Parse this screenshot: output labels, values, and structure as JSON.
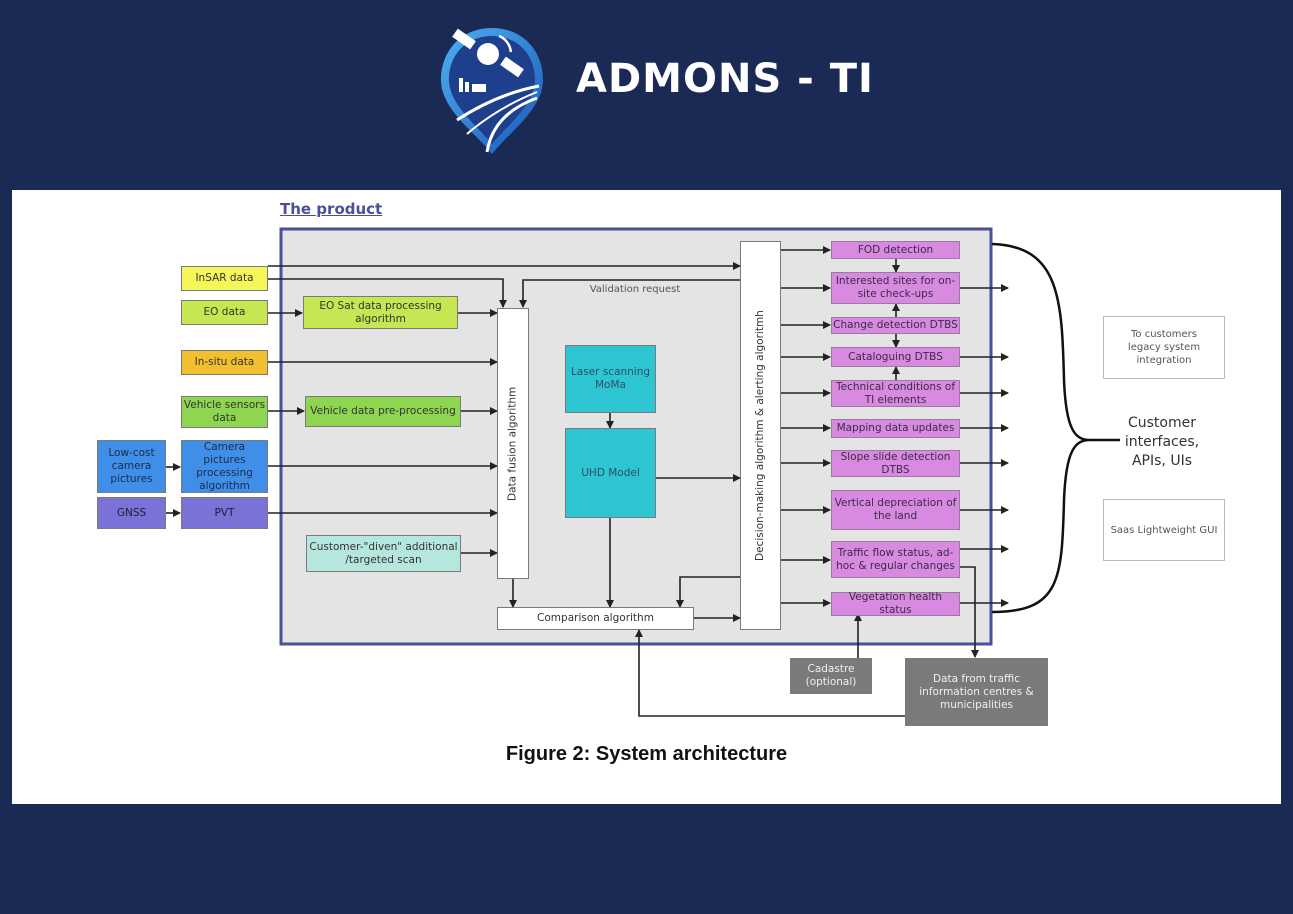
{
  "header": {
    "brand_title": "ADMONS - TI",
    "logo_icon": "satellite-road-pin-logo"
  },
  "colors": {
    "background": "#1b2a55",
    "product_frame": "#4a4f9a",
    "product_fill": "#e4e4e4",
    "output_box": "#d88ae0",
    "grey_box": "#7a7a7a"
  },
  "figure": {
    "section_title": "The product",
    "caption": "Figure 2: System architecture",
    "inputs": [
      {
        "label": "InSAR data",
        "color": "yellow"
      },
      {
        "label": "EO data",
        "color": "lime"
      },
      {
        "label": "In-situ data",
        "color": "orange"
      },
      {
        "label": "Vehicle sensors data",
        "color": "green"
      },
      {
        "label": "Low-cost camera pictures",
        "color": "blue"
      },
      {
        "label": "GNSS",
        "color": "purple"
      }
    ],
    "processing": {
      "eo_sat": "EO Sat data processing algorithm",
      "vehicle": "Vehicle data pre-processing",
      "camera": "Camera pictures processing algorithm",
      "pvt": "PVT",
      "customer_scan": "Customer-\"diven\" additional /targeted scan",
      "data_fusion": "Data fusion algorithm",
      "laser": "Laser scanning MoMa",
      "uhd": "UHD Model",
      "comparison": "Comparison algorithm",
      "decision": "Decision-making algorithm & alerting algoritmh",
      "validation": "Validation request"
    },
    "outputs": [
      "FOD detection",
      "Interested sites for on-site check-ups",
      "Change detection DTBS",
      "Cataloguing DTBS",
      "Technical conditions of TI elements",
      "Mapping data updates",
      "Slope slide detection DTBS",
      "Vertical depreciation of the land",
      "Traffic flow status, ad-hoc & regular changes",
      "Vegetation health status"
    ],
    "external": {
      "cadastre": "Cadastre (optional)",
      "traffic_data": "Data from traffic information centres & municipalities"
    },
    "customer": {
      "label": "Customer interfaces, APIs, UIs",
      "legacy": "To customers legacy system integration",
      "saas": "Saas Lightweight GUI"
    }
  }
}
